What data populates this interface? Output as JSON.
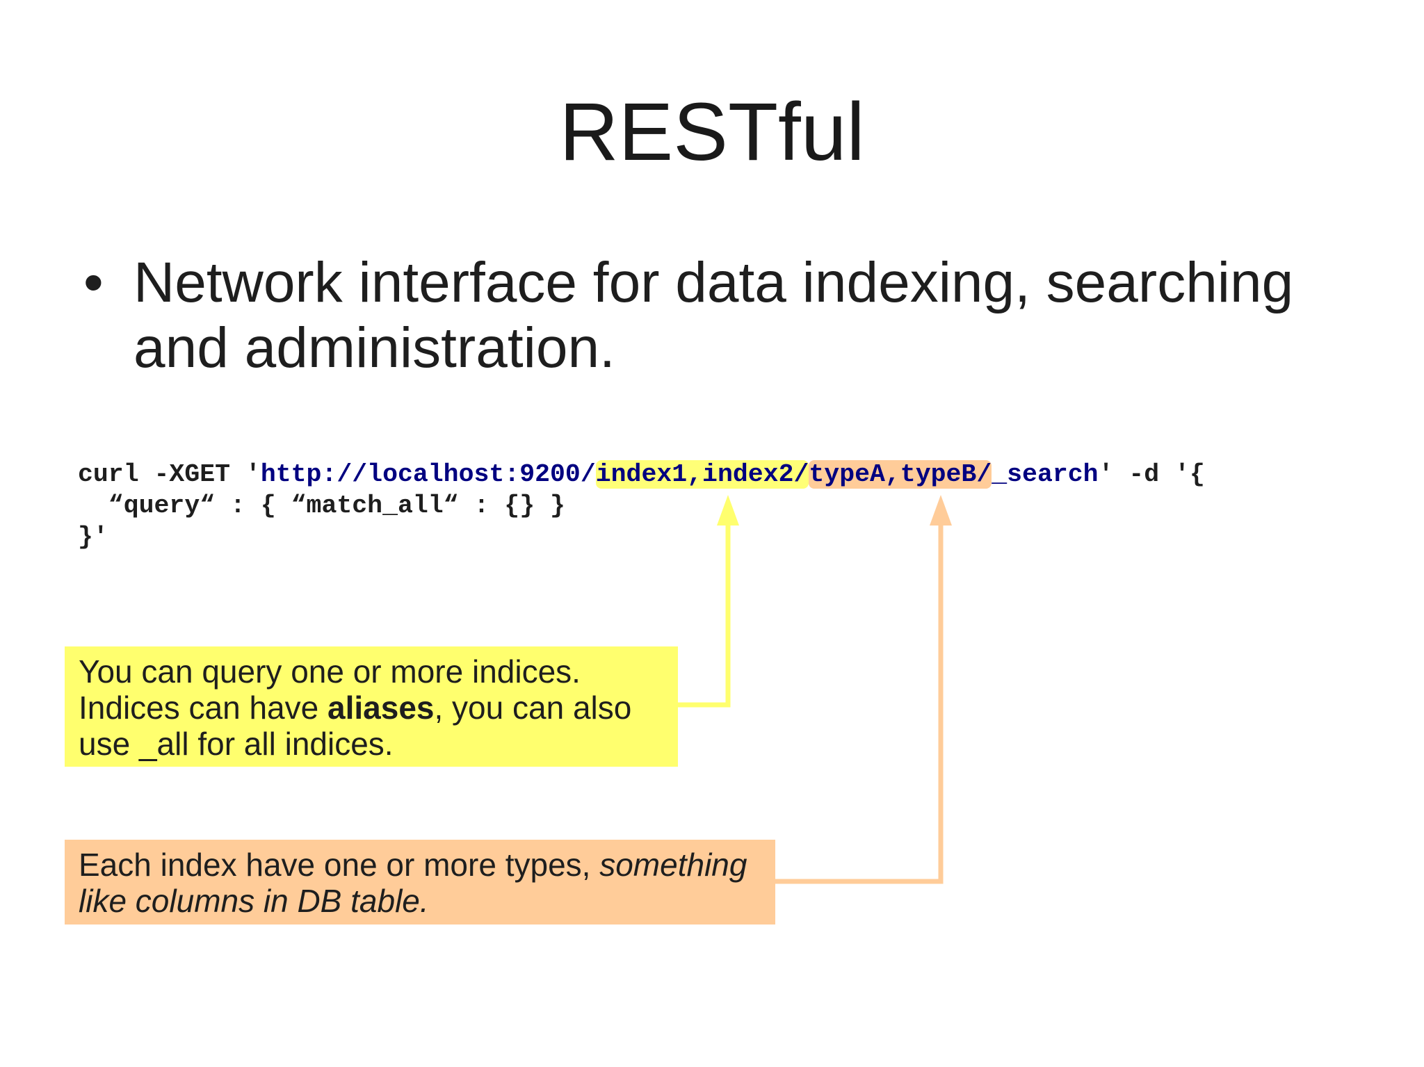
{
  "slide": {
    "title": "RESTful",
    "bullet": {
      "symbol": "•",
      "text": "Network interface for data indexing, searching and administration."
    },
    "code": {
      "line1": {
        "prefix": "curl -XGET '",
        "url_base": "http://localhost:9200/",
        "indices": "index1,index2/",
        "types": "typeA,typeB/",
        "endpoint": "_search",
        "suffix": "' -d '{"
      },
      "line2": "  “query“ : { “match_all“ : {} }",
      "line3": "}'"
    },
    "notes": {
      "indices": {
        "line1": "You can query one or more indices.",
        "line2_before": "Indices can have ",
        "line2_bold": "aliases",
        "line2_after": ", you can also",
        "line3": "use _all for all indices."
      },
      "types": {
        "line1_normal": "Each index have one or more types, ",
        "line1_italic": "something",
        "line2_italic": "like columns in DB table."
      }
    },
    "colors": {
      "yellow_highlight": "#ffff6e",
      "orange_highlight": "#ffcc99",
      "url_text": "#000080"
    }
  }
}
